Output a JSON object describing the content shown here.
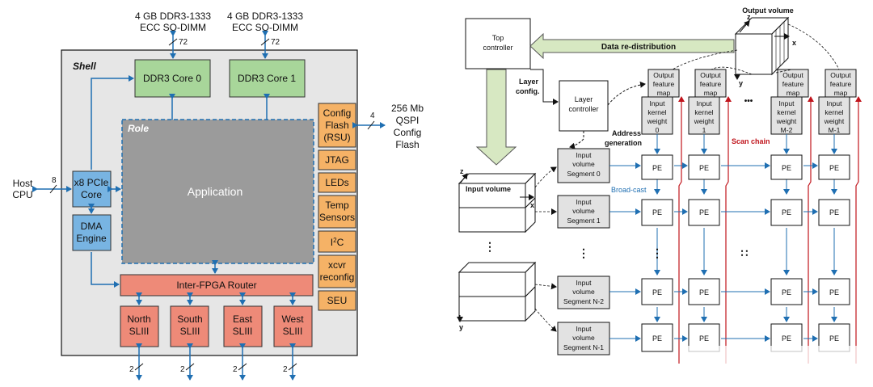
{
  "left": {
    "ddr_left_line1": "4 GB DDR3-1333",
    "ddr_left_line2": "ECC SO-DIMM",
    "ddr_right_line1": "4 GB DDR3-1333",
    "ddr_right_line2": "ECC SO-DIMM",
    "bus_72_a": "72",
    "bus_72_b": "72",
    "shell": "Shell",
    "ddr_core_0": "DDR3 Core 0",
    "ddr_core_1": "DDR3 Core 1",
    "role": "Role",
    "application": "Application",
    "host_line1": "Host",
    "host_line2": "CPU",
    "bus_8": "8",
    "pcie_line1": "x8 PCIe",
    "pcie_line2": "Core",
    "dma_line1": "DMA",
    "dma_line2": "Engine",
    "router": "Inter-FPGA Router",
    "north_line1": "North",
    "south_line1": "South",
    "east_line1": "East",
    "west_line1": "West",
    "sliii": "SLIII",
    "bus_2": "2",
    "config_flash_line1": "Config",
    "config_flash_line2": "Flash",
    "config_flash_line3": "(RSU)",
    "jtag": "JTAG",
    "leds": "LEDs",
    "temp_line1": "Temp",
    "temp_line2": "Sensors",
    "i2c_main": "I",
    "i2c_sup": "2",
    "i2c_tail": "C",
    "xcvr_line1": "xcvr",
    "xcvr_line2": "reconfig",
    "seu": "SEU",
    "bus_4": "4",
    "qspi_line1": "256 Mb",
    "qspi_line2": "QSPI",
    "qspi_line3": "Config",
    "qspi_line4": "Flash"
  },
  "right": {
    "top_controller_line1": "Top",
    "top_controller_line2": "controller",
    "data_redistribution": "Data re-distribution",
    "output_volume": "Output volume",
    "axis_z": "z",
    "axis_x": "x",
    "axis_y": "y",
    "layer_config_line1": "Layer",
    "layer_config_line2": "config.",
    "layer_controller_line1": "Layer",
    "layer_controller_line2": "controller",
    "address_line1": "Address",
    "address_line2": "generation",
    "scan_chain": "Scan chain",
    "broadcast": "Broad-cast",
    "input_volume": "Input volume",
    "pe": "PE",
    "ofm_line1": "Output",
    "ofm_line2": "feature",
    "ofm_line3": "map",
    "ikw_line1": "Input",
    "ikw_line2": "kernel",
    "ikw_line3": "weight",
    "ikw_idx_0": "0",
    "ikw_idx_1": "1",
    "ikw_idx_m2": "M-2",
    "ikw_idx_m1": "M-1",
    "seg_line1": "Input",
    "seg_line2": "volume",
    "seg_0": "Segment 0",
    "seg_1": "Segment 1",
    "seg_n2": "Segment N-2",
    "seg_n1": "Segment N-1",
    "ellipsis_h": "•••",
    "ellipsis_v": "⋮",
    "ellipsis_diag": "∷"
  }
}
